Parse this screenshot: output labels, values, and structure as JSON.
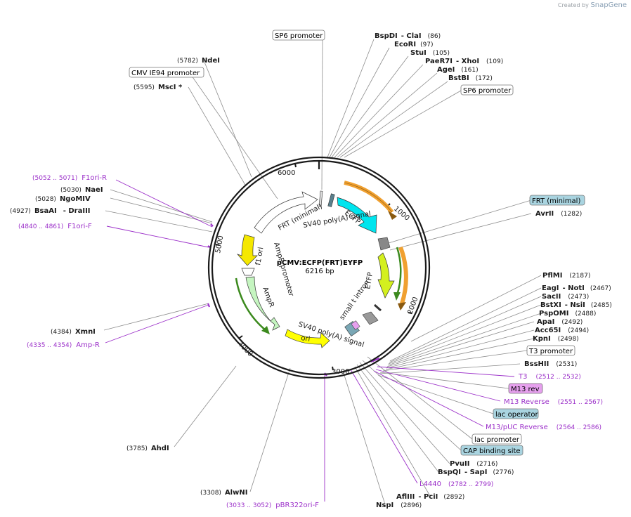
{
  "brand": {
    "prefix": "Created by",
    "name": "SnapGene"
  },
  "plasmid": {
    "name": "pCMV:ECFP(FRT)EYFP",
    "size": "6216 bp"
  },
  "ticks": [
    "1000",
    "2000",
    "3000",
    "4000",
    "5000",
    "6000"
  ],
  "sites": [
    {
      "name": "BspDI",
      "extra": "- ClaI",
      "pos": "(86)"
    },
    {
      "name": "EcoRI",
      "extra": "",
      "pos": "(97)"
    },
    {
      "name": "StuI",
      "extra": "",
      "pos": "(105)"
    },
    {
      "name": "PaeR7I",
      "extra": "- XhoI",
      "pos": "(109)"
    },
    {
      "name": "AgeI",
      "extra": "",
      "pos": "(161)"
    },
    {
      "name": "BstBI",
      "extra": "",
      "pos": "(172)"
    },
    {
      "name": "AvrII",
      "extra": "",
      "pos": "(1282)"
    },
    {
      "name": "PflMI",
      "extra": "",
      "pos": "(2187)"
    },
    {
      "name": "EagI",
      "extra": "- NotI",
      "pos": "(2467)"
    },
    {
      "name": "SacII",
      "extra": "",
      "pos": "(2473)"
    },
    {
      "name": "BstXI",
      "extra": "- NsiI",
      "pos": "(2485)"
    },
    {
      "name": "PspOMI",
      "extra": "",
      "pos": "(2488)"
    },
    {
      "name": "ApaI",
      "extra": "",
      "pos": "(2492)"
    },
    {
      "name": "Acc65I",
      "extra": "",
      "pos": "(2494)"
    },
    {
      "name": "KpnI",
      "extra": "",
      "pos": "(2498)"
    },
    {
      "name": "BssHII",
      "extra": "",
      "pos": "(2531)"
    },
    {
      "name": "PvuII",
      "extra": "",
      "pos": "(2716)"
    },
    {
      "name": "BspQI",
      "extra": "- SapI",
      "pos": "(2776)"
    },
    {
      "name": "AflIII",
      "extra": "- PciI",
      "pos": "(2892)"
    },
    {
      "name": "NspI",
      "extra": "",
      "pos": "(2896)"
    },
    {
      "name": "AlwNI",
      "extra": "",
      "pos": "(3308)"
    },
    {
      "name": "AhdI",
      "extra": "",
      "pos": "(3785)"
    },
    {
      "name": "XmnI",
      "extra": "",
      "pos": "(4384)"
    },
    {
      "name": "BsaAI",
      "extra": "- DraIII",
      "pos": "(4927)"
    },
    {
      "name": "NgoMIV",
      "extra": "",
      "pos": "(5028)"
    },
    {
      "name": "NaeI",
      "extra": "",
      "pos": "(5030)"
    },
    {
      "name": "MscI *",
      "extra": "",
      "pos": "(5595)"
    },
    {
      "name": "NdeI",
      "extra": "",
      "pos": "(5782)"
    }
  ],
  "boxed": [
    {
      "text": "SP6 promoter",
      "style": "white"
    },
    {
      "text": "CMV IE94 promoter",
      "style": "white"
    },
    {
      "text": "SP6 promoter",
      "style": "white"
    },
    {
      "text": "FRT (minimal)",
      "style": "blue"
    },
    {
      "text": "T3 promoter",
      "style": "white"
    },
    {
      "text": "M13 rev",
      "style": "pink"
    },
    {
      "text": "lac operator",
      "style": "blue"
    },
    {
      "text": "lac promoter",
      "style": "white"
    },
    {
      "text": "CAP binding site",
      "style": "blue"
    }
  ],
  "primers": [
    {
      "name": "F1ori-R",
      "range": "(5052 .. 5071)"
    },
    {
      "name": "F1ori-F",
      "range": "(4840 .. 4861)"
    },
    {
      "name": "Amp-R",
      "range": "(4335 .. 4354)"
    },
    {
      "name": "T3",
      "range": "(2512 .. 2532)"
    },
    {
      "name": "M13 Reverse",
      "range": "(2551 .. 2567)"
    },
    {
      "name": "M13/pUC Reverse",
      "range": "(2564 .. 2586)"
    },
    {
      "name": "L4440",
      "range": "(2782 .. 2799)"
    },
    {
      "name": "pBR322ori-F",
      "range": "(3033 .. 3052)"
    }
  ],
  "features": [
    "FRT (minimal)",
    "SV40 poly(A) signal",
    "ECFP",
    "EYFP",
    "small t intron",
    "SV40 poly(A) signal",
    "ori",
    "AmpR",
    "AmpR promoter",
    "f1 ori"
  ],
  "colors": {
    "ecfp": "#00e5ee",
    "eyfp": "#d4f01e",
    "ori": "#ffff00",
    "ampr": "#c5f5c0",
    "f1ori": "#f5e800",
    "primer": "#9b2fc9",
    "orange": "#f0a030",
    "green": "#3c8a1e",
    "feature_blue": "#a9d4e0",
    "pink": "#e6a0ee"
  }
}
